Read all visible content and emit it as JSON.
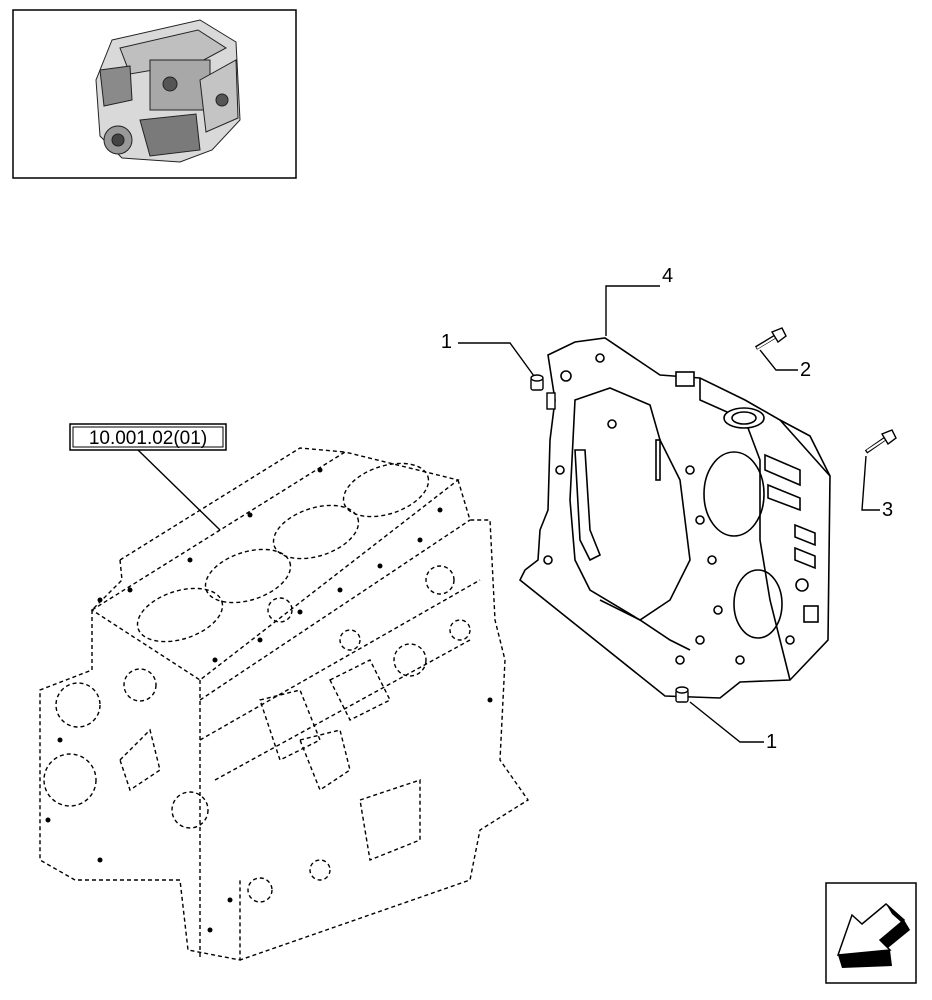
{
  "reference_box": {
    "label": "10.001.02(01)"
  },
  "callouts": {
    "plug_top": "1",
    "plug_bottom": "1",
    "screw_short": "2",
    "screw_long": "3",
    "housing": "4"
  },
  "icons": {
    "thumbnail": "engine-thumbnail-icon",
    "navigation": "previous-page-arrow-icon"
  }
}
